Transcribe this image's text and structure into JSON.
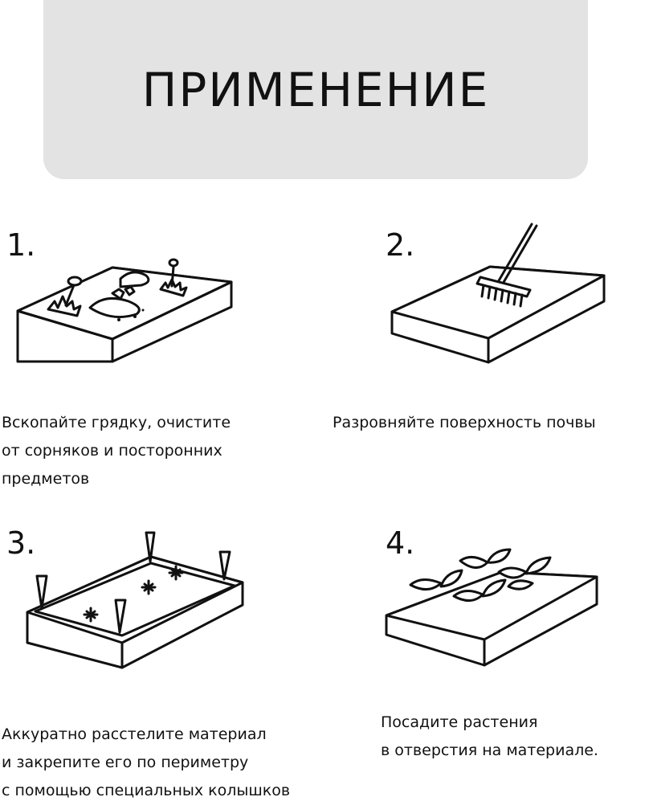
{
  "header": {
    "title": "ПРИМЕНЕНИЕ",
    "background": "#e3e3e3"
  },
  "steps": [
    {
      "number": "1.",
      "icon": "garden-bed-with-weeds-icon",
      "lines": [
        "Вскопайте грядку, очистите",
        "от сорняков и посторонних",
        "предметов"
      ]
    },
    {
      "number": "2.",
      "icon": "garden-bed-with-rake-icon",
      "lines": [
        "Разровняйте поверхность почвы"
      ]
    },
    {
      "number": "3.",
      "icon": "garden-bed-with-pegs-icon",
      "lines": [
        "Аккуратно расстелите материал",
        "и закрепите его по периметру",
        "с помощью специальных колышков"
      ]
    },
    {
      "number": "4.",
      "icon": "garden-bed-with-plants-icon",
      "lines": [
        "Посадите растения",
        "в отверстия на материале."
      ]
    }
  ]
}
